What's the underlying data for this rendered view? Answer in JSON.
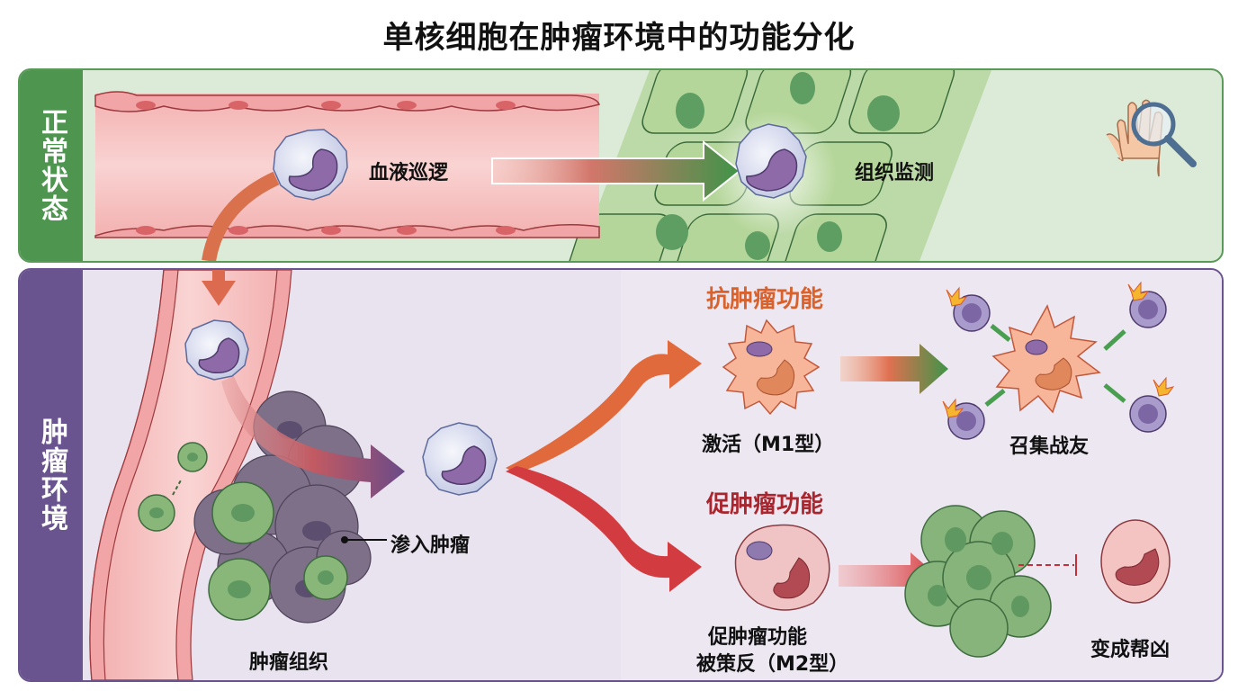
{
  "title": "单核细胞在肿瘤环境中的功能分化",
  "normal_state": {
    "side_label": "正常状态",
    "blood_patrol_label": "血液巡逻",
    "tissue_monitor_label": "组织监测",
    "icon": "hand-magnifier-icon"
  },
  "tumor_environment": {
    "side_label": "肿瘤环境",
    "infiltrate_label": "渗入肿瘤",
    "tumor_tissue_label": "肿瘤组织",
    "anti_tumor": {
      "header": "抗肿瘤功能",
      "activation_label": "激活（M1型）",
      "recruit_label": "召集战友"
    },
    "pro_tumor": {
      "header": "促肿瘤功能",
      "caption_line1": "促肿瘤功能",
      "caption_line2": "被策反（M2型）",
      "accomplice_label": "变成帮凶"
    }
  },
  "colors": {
    "normal_green": "#4e9650",
    "tumor_purple": "#6a5490",
    "anti_orange": "#d9622c",
    "pro_red": "#a8262e"
  }
}
